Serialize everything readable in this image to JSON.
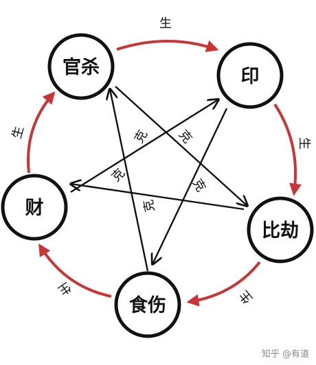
{
  "nodes": {
    "guansha": "官杀",
    "yin": "印",
    "bijie": "比劫",
    "shishang": "食伤",
    "cai": "财"
  },
  "labels": {
    "generate": "生",
    "control": "克"
  },
  "colors": {
    "generate": "#cc3333",
    "control": "#111111"
  },
  "watermark": "知乎 @有道"
}
